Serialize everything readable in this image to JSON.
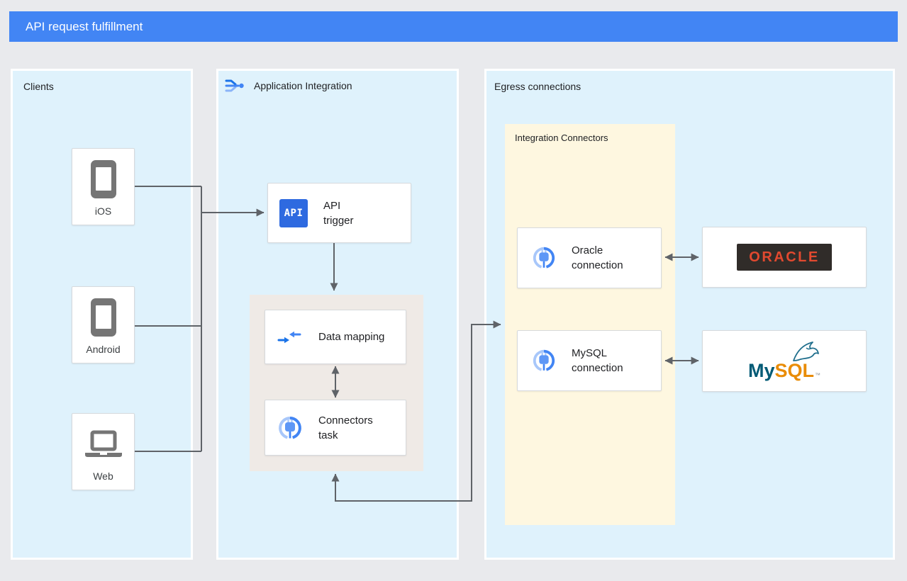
{
  "banner": {
    "title": "API request fulfillment"
  },
  "clients": {
    "label": "Clients",
    "items": {
      "ios": "iOS",
      "android": "Android",
      "web": "Web"
    }
  },
  "integration": {
    "label": "Application Integration",
    "api_trigger": {
      "icon_text": "API",
      "label": "API trigger"
    },
    "data_mapping": {
      "label": "Data mapping"
    },
    "connectors_task": {
      "label": "Connectors task"
    }
  },
  "egress": {
    "label": "Egress connections",
    "group_label": "Integration Connectors",
    "oracle_connection": {
      "label": "Oracle connection"
    },
    "mysql_connection": {
      "label": "MySQL connection"
    },
    "oracle_logo": {
      "wordmark": "ORACLE"
    },
    "mysql_logo": {
      "my": "My",
      "sql": "SQL",
      "tm": "™"
    }
  },
  "colors": {
    "banner_blue": "#4285F4",
    "panel_blue": "#DFF2FC",
    "group_yellow": "#FEF7E0",
    "stage_gray": "#EFEAE6",
    "arrow_gray": "#5F6368",
    "device_gray": "#757575",
    "api_icon_blue": "#2E6AE0",
    "oracle_red": "#E2492F",
    "oracle_box": "#302C29",
    "mysql_teal": "#015A75",
    "mysql_orange": "#E98C06"
  }
}
